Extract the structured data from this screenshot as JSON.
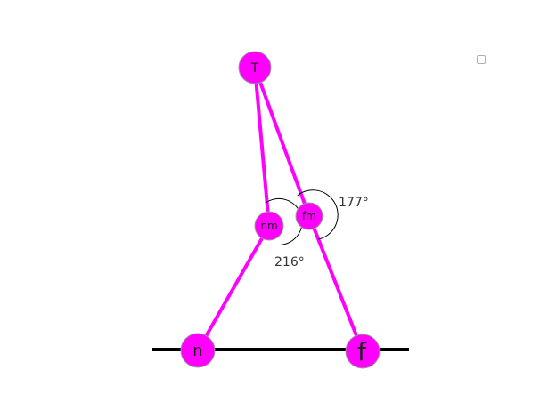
{
  "colors": {
    "node_fill": "#ff00ff",
    "node_stroke": "#999999",
    "link": "#ff00ff",
    "ground": "#000000",
    "arc": "#000000"
  },
  "nodes": {
    "T": "T",
    "nm": "nm",
    "fm": "fm",
    "n": "n",
    "f": "f"
  },
  "angles": {
    "nm": "216°",
    "fm": "177°"
  },
  "controls": {
    "checkbox_checked": false
  }
}
